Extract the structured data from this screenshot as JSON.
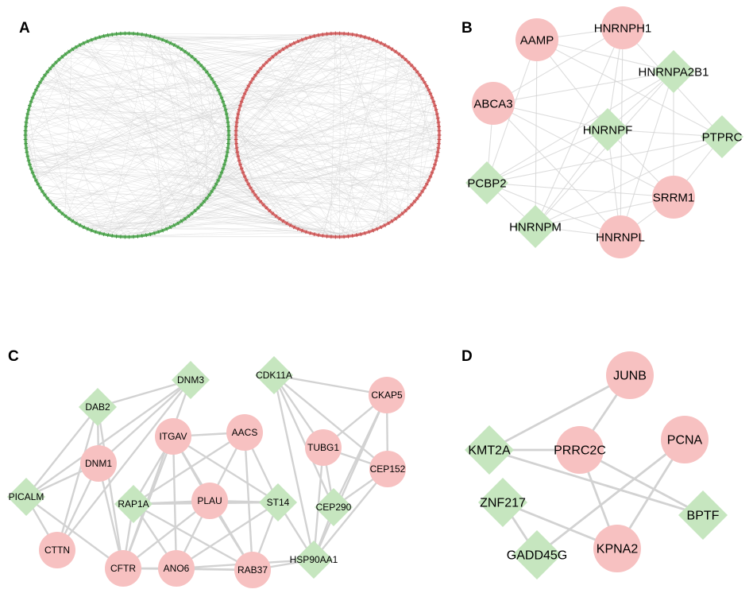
{
  "colors": {
    "circle_node": "#f7c1c1",
    "diamond_node": "#c6e6bf",
    "edge": "#d2d2d2",
    "ring_green": "#5cae5c",
    "ring_red": "#d86a6a"
  },
  "panels": {
    "A": {
      "label": "A",
      "description_rings": [
        "green diamond ring",
        "red circle ring"
      ]
    },
    "B": {
      "label": "B",
      "nodes": [
        {
          "id": "AAMP",
          "shape": "circle"
        },
        {
          "id": "HNRNPH1",
          "shape": "circle"
        },
        {
          "id": "HNRNPA2B1",
          "shape": "diamond"
        },
        {
          "id": "ABCA3",
          "shape": "circle"
        },
        {
          "id": "HNRNPF",
          "shape": "diamond"
        },
        {
          "id": "PTPRC",
          "shape": "diamond"
        },
        {
          "id": "PCBP2",
          "shape": "diamond"
        },
        {
          "id": "SRRM1",
          "shape": "circle"
        },
        {
          "id": "HNRNPM",
          "shape": "diamond"
        },
        {
          "id": "HNRNPL",
          "shape": "circle"
        }
      ],
      "edges": [
        [
          "AAMP",
          "HNRNPF"
        ],
        [
          "AAMP",
          "HNRNPA2B1"
        ],
        [
          "AAMP",
          "PCBP2"
        ],
        [
          "AAMP",
          "HNRNPM"
        ],
        [
          "AAMP",
          "PTPRC"
        ],
        [
          "HNRNPH1",
          "HNRNPF"
        ],
        [
          "HNRNPH1",
          "ABCA3"
        ],
        [
          "HNRNPH1",
          "HNRNPM"
        ],
        [
          "HNRNPH1",
          "HNRNPL"
        ],
        [
          "HNRNPH1",
          "PTPRC"
        ],
        [
          "HNRNPH1",
          "AAMP"
        ],
        [
          "HNRNPA2B1",
          "ABCA3"
        ],
        [
          "HNRNPA2B1",
          "HNRNPF"
        ],
        [
          "HNRNPA2B1",
          "SRRM1"
        ],
        [
          "HNRNPA2B1",
          "PCBP2"
        ],
        [
          "HNRNPA2B1",
          "HNRNPL"
        ],
        [
          "HNRNPA2B1",
          "HNRNPM"
        ],
        [
          "ABCA3",
          "HNRNPF"
        ],
        [
          "ABCA3",
          "SRRM1"
        ],
        [
          "ABCA3",
          "PCBP2"
        ],
        [
          "ABCA3",
          "HNRNPL"
        ],
        [
          "HNRNPF",
          "PTPRC"
        ],
        [
          "HNRNPF",
          "PCBP2"
        ],
        [
          "HNRNPF",
          "HNRNPM"
        ],
        [
          "HNRNPF",
          "HNRNPL"
        ],
        [
          "HNRNPF",
          "SRRM1"
        ],
        [
          "PTPRC",
          "SRRM1"
        ],
        [
          "PTPRC",
          "HNRNPM"
        ],
        [
          "PTPRC",
          "PCBP2"
        ],
        [
          "PCBP2",
          "HNRNPM"
        ],
        [
          "PCBP2",
          "SRRM1"
        ],
        [
          "PCBP2",
          "HNRNPL"
        ],
        [
          "SRRM1",
          "HNRNPM"
        ],
        [
          "SRRM1",
          "HNRNPL"
        ],
        [
          "HNRNPM",
          "HNRNPL"
        ]
      ]
    },
    "C": {
      "label": "C",
      "nodes": [
        {
          "id": "DNM3",
          "shape": "diamond"
        },
        {
          "id": "CDK11A",
          "shape": "diamond"
        },
        {
          "id": "DAB2",
          "shape": "diamond"
        },
        {
          "id": "CKAP5",
          "shape": "circle"
        },
        {
          "id": "ITGAV",
          "shape": "circle"
        },
        {
          "id": "AACS",
          "shape": "circle"
        },
        {
          "id": "TUBG1",
          "shape": "circle"
        },
        {
          "id": "DNM1",
          "shape": "circle"
        },
        {
          "id": "CEP152",
          "shape": "circle"
        },
        {
          "id": "PICALM",
          "shape": "diamond"
        },
        {
          "id": "RAP1A",
          "shape": "diamond"
        },
        {
          "id": "PLAU",
          "shape": "circle"
        },
        {
          "id": "ST14",
          "shape": "diamond"
        },
        {
          "id": "CEP290",
          "shape": "diamond"
        },
        {
          "id": "CTTN",
          "shape": "circle"
        },
        {
          "id": "CFTR",
          "shape": "circle"
        },
        {
          "id": "ANO6",
          "shape": "circle"
        },
        {
          "id": "RAB37",
          "shape": "circle"
        },
        {
          "id": "HSP90AA1",
          "shape": "diamond"
        }
      ],
      "edges": [
        [
          "DNM3",
          "DAB2"
        ],
        [
          "DNM3",
          "DNM1"
        ],
        [
          "DNM3",
          "PICALM"
        ],
        [
          "DNM3",
          "CFTR"
        ],
        [
          "DNM3",
          "CTTN"
        ],
        [
          "DAB2",
          "DNM1"
        ],
        [
          "DAB2",
          "PICALM"
        ],
        [
          "DAB2",
          "CTTN"
        ],
        [
          "DAB2",
          "CFTR"
        ],
        [
          "DNM1",
          "PICALM"
        ],
        [
          "DNM1",
          "CTTN"
        ],
        [
          "DNM1",
          "CFTR"
        ],
        [
          "PICALM",
          "CTTN"
        ],
        [
          "PICALM",
          "CFTR"
        ],
        [
          "ITGAV",
          "AACS"
        ],
        [
          "ITGAV",
          "RAP1A"
        ],
        [
          "ITGAV",
          "PLAU"
        ],
        [
          "ITGAV",
          "ANO6"
        ],
        [
          "ITGAV",
          "CFTR"
        ],
        [
          "ITGAV",
          "RAB37"
        ],
        [
          "ITGAV",
          "ST14"
        ],
        [
          "AACS",
          "RAP1A"
        ],
        [
          "AACS",
          "PLAU"
        ],
        [
          "AACS",
          "RAB37"
        ],
        [
          "AACS",
          "ST14"
        ],
        [
          "RAP1A",
          "PLAU"
        ],
        [
          "RAP1A",
          "ANO6"
        ],
        [
          "RAP1A",
          "CFTR"
        ],
        [
          "RAP1A",
          "ST14"
        ],
        [
          "RAP1A",
          "RAB37"
        ],
        [
          "PLAU",
          "ST14"
        ],
        [
          "PLAU",
          "ANO6"
        ],
        [
          "PLAU",
          "CFTR"
        ],
        [
          "PLAU",
          "RAB37"
        ],
        [
          "ST14",
          "ANO6"
        ],
        [
          "ST14",
          "RAB37"
        ],
        [
          "ST14",
          "HSP90AA1"
        ],
        [
          "CFTR",
          "ANO6"
        ],
        [
          "CFTR",
          "RAB37"
        ],
        [
          "ANO6",
          "RAB37"
        ],
        [
          "ANO6",
          "HSP90AA1"
        ],
        [
          "RAB37",
          "HSP90AA1"
        ],
        [
          "CDK11A",
          "CKAP5"
        ],
        [
          "CDK11A",
          "TUBG1"
        ],
        [
          "CDK11A",
          "CEP290"
        ],
        [
          "CDK11A",
          "HSP90AA1"
        ],
        [
          "CDK11A",
          "CEP152"
        ],
        [
          "CKAP5",
          "TUBG1"
        ],
        [
          "CKAP5",
          "CEP152"
        ],
        [
          "CKAP5",
          "CEP290"
        ],
        [
          "CKAP5",
          "HSP90AA1"
        ],
        [
          "TUBG1",
          "CEP152"
        ],
        [
          "TUBG1",
          "CEP290"
        ],
        [
          "TUBG1",
          "HSP90AA1"
        ],
        [
          "CEP152",
          "CEP290"
        ],
        [
          "CEP152",
          "HSP90AA1"
        ],
        [
          "CEP290",
          "HSP90AA1"
        ]
      ]
    },
    "D": {
      "label": "D",
      "nodes": [
        {
          "id": "JUNB",
          "shape": "circle"
        },
        {
          "id": "PCNA",
          "shape": "circle"
        },
        {
          "id": "KMT2A",
          "shape": "diamond"
        },
        {
          "id": "PRRC2C",
          "shape": "circle"
        },
        {
          "id": "ZNF217",
          "shape": "diamond"
        },
        {
          "id": "BPTF",
          "shape": "diamond"
        },
        {
          "id": "GADD45G",
          "shape": "diamond"
        },
        {
          "id": "KPNA2",
          "shape": "circle"
        }
      ],
      "edges": [
        [
          "JUNB",
          "KMT2A"
        ],
        [
          "JUNB",
          "PRRC2C"
        ],
        [
          "KMT2A",
          "PRRC2C"
        ],
        [
          "KMT2A",
          "BPTF"
        ],
        [
          "PRRC2C",
          "BPTF"
        ],
        [
          "PRRC2C",
          "KPNA2"
        ],
        [
          "PCNA",
          "GADD45G"
        ],
        [
          "PCNA",
          "KPNA2"
        ],
        [
          "ZNF217",
          "GADD45G"
        ],
        [
          "ZNF217",
          "KPNA2"
        ]
      ]
    }
  }
}
